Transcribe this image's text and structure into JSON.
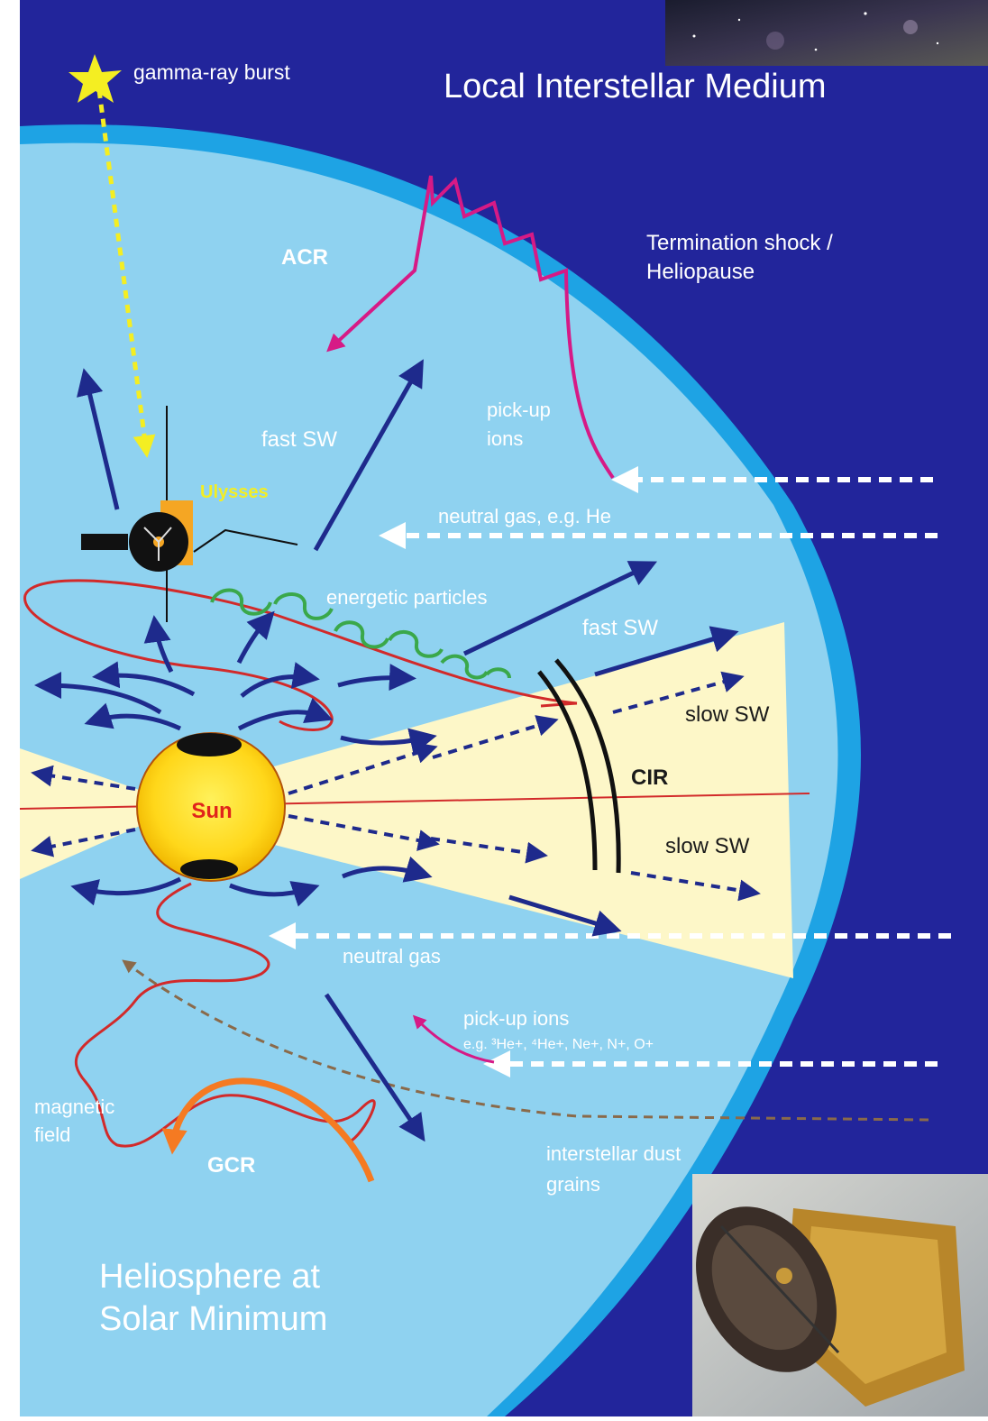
{
  "colors": {
    "space": "#22259b",
    "heliosphere": "#8fd2f0",
    "rim": "#1ea3e4",
    "wedge": "#fdf7c8",
    "arrow": "#1e2a8c",
    "label_white": "#ffffff",
    "label_dark": "#1a1a1a",
    "sun": "#ffdd1f",
    "sun_label": "#e0241b",
    "field_line": "#d22a2a",
    "acr": "#d61a86",
    "gcr": "#f57a22",
    "dust": "#8a6a4a",
    "burst": "#f4ee22",
    "spacecraft_panel": "#f5a623"
  },
  "labels": {
    "gamma_ray_burst": "gamma-ray burst",
    "local_interstellar_medium": "Local Interstellar Medium",
    "termination_shock_line1": "Termination shock /",
    "termination_shock_line2": "Heliopause",
    "acr": "ACR",
    "fast_sw_top": "fast SW",
    "pickup_ions_top_line1": "pick-up",
    "pickup_ions_top_line2": "ions",
    "spacecraft": "Ulysses",
    "neutral_gas_he": "neutral gas, e.g. He",
    "energetic_particles": "energetic particles",
    "fast_sw_right": "fast SW",
    "slow_sw_upper": "slow SW",
    "cir": "CIR",
    "sun": "Sun",
    "slow_sw_lower": "slow SW",
    "neutral_gas": "neutral gas",
    "pickup_ions_bottom": "pick-up ions",
    "pickup_ions_species": "e.g. ³He+, ⁴He+, Ne+, N+, O+",
    "magnetic_field_line1": "magnetic",
    "magnetic_field_line2": "field",
    "gcr": "GCR",
    "interstellar_dust_line1": "interstellar dust",
    "interstellar_dust_line2": "grains",
    "heliosphere_title_line1": "Heliosphere at",
    "heliosphere_title_line2": "Solar Minimum"
  }
}
